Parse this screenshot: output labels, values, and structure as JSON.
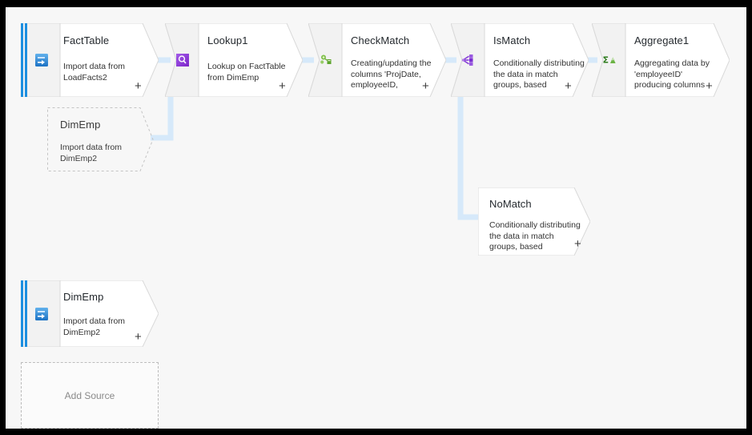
{
  "canvas": {
    "background_color": "#f7f7f7",
    "frame_color": "#000000",
    "connector_color": "#d6e9fa",
    "source_stripe_color": "#1d8fe0"
  },
  "nodes": [
    {
      "id": "facttable",
      "name": "FactTable",
      "description": "Import data from LoadFacts2",
      "kind": "source",
      "icon": "import-source-icon",
      "icon_color": "#2b7cd3",
      "add_label": "+"
    },
    {
      "id": "lookup1",
      "name": "Lookup1",
      "description": "Lookup on FactTable from DimEmp",
      "kind": "transform",
      "icon": "lookup-magnifier-icon",
      "icon_color": "#8b3ad6",
      "add_label": "+"
    },
    {
      "id": "checkmatch",
      "name": "CheckMatch",
      "description": "Creating/updating the columns 'ProjDate, employeeID,",
      "kind": "transform",
      "icon": "derived-column-icon",
      "icon_color": "#76b043",
      "add_label": "+"
    },
    {
      "id": "ismatch",
      "name": "IsMatch",
      "description": "Conditionally distributing the data in match groups, based",
      "kind": "transform",
      "icon": "conditional-split-icon",
      "icon_color": "#8b3ad6",
      "add_label": "+"
    },
    {
      "id": "aggregate1",
      "name": "Aggregate1",
      "description": "Aggregating data by 'employeeID' producing columns",
      "kind": "transform",
      "icon": "aggregate-sigma-icon",
      "icon_color": "#4f9b2e",
      "add_label": "+"
    },
    {
      "id": "dimemp-ghost",
      "name": "DimEmp",
      "description": "Import data from DimEmp2",
      "kind": "ghost-reference",
      "icon": "none",
      "add_label": ""
    },
    {
      "id": "nomatch",
      "name": "NoMatch",
      "description": "Conditionally distributing the data in match groups, based",
      "kind": "branch-output",
      "icon": "none",
      "add_label": "+"
    },
    {
      "id": "dimemp-source",
      "name": "DimEmp",
      "description": "Import data from DimEmp2",
      "kind": "source",
      "icon": "import-source-icon",
      "icon_color": "#2b7cd3",
      "add_label": "+"
    }
  ],
  "add_source": {
    "label": "Add Source"
  }
}
